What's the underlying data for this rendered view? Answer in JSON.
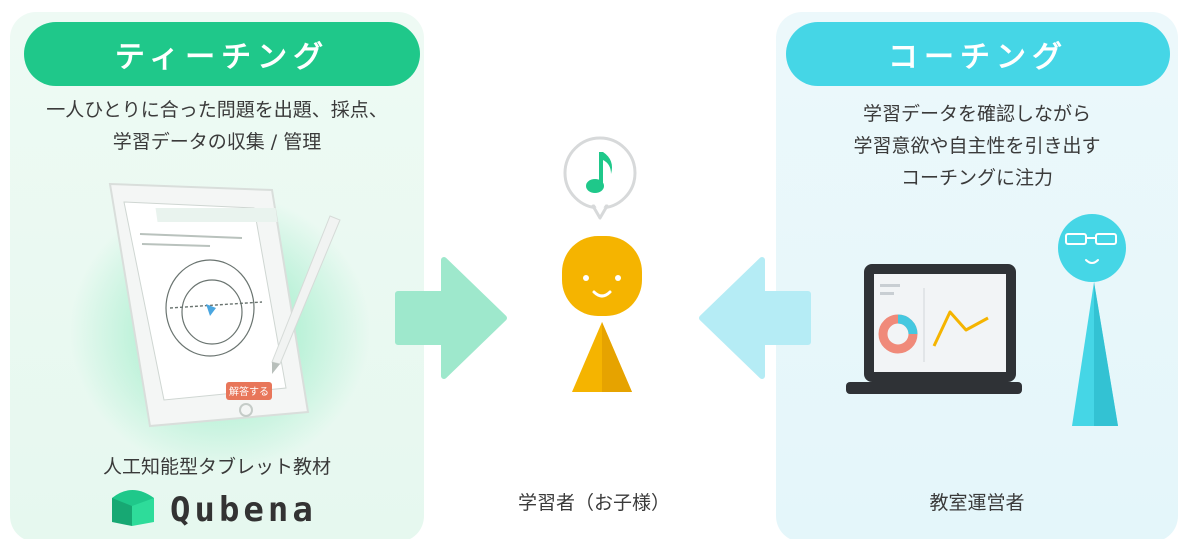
{
  "teaching": {
    "title": "ティーチング",
    "description": "一人ひとりに合った問題を出題、採点、\n学習データの収集 / 管理",
    "product_caption": "人工知能型タブレット教材",
    "logo_text": "Qubena",
    "tablet_button": "解答する",
    "accent_color": "#1fc88a"
  },
  "coaching": {
    "title": "コーチング",
    "description": "学習データを確認しながら\n学習意欲や自主性を引き出す\nコーチングに注力",
    "caption": "教室運営者",
    "accent_color": "#45d6e6"
  },
  "learner": {
    "caption": "学習者（お子様）",
    "speech_icon": "music-note-icon",
    "color": "#f5b400"
  }
}
